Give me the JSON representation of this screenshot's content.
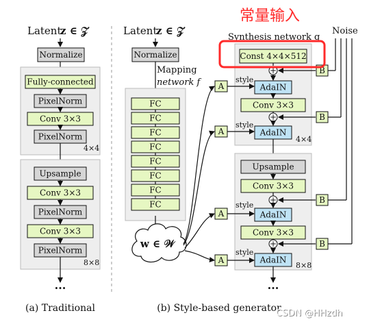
{
  "annotation": {
    "text": "常量输入",
    "color": "#ff2a2a"
  },
  "traditional": {
    "latent_label": "Latent",
    "latent_symbol": "z ∈ 𝒵",
    "normalize": "Normalize",
    "block1": {
      "layers": [
        "Fully-connected",
        "PixelNorm",
        "Conv 3×3",
        "PixelNorm"
      ],
      "resolution": "4×4"
    },
    "block2": {
      "layers": [
        "Upsample",
        "Conv 3×3",
        "PixelNorm",
        "Conv 3×3",
        "PixelNorm"
      ],
      "resolution": "8×8"
    },
    "ellipsis": "···",
    "caption": "(a) Traditional"
  },
  "style_based": {
    "latent_label": "Latent",
    "latent_symbol": "z ∈ 𝒵",
    "normalize": "Normalize",
    "mapping_label": "Mapping",
    "mapping_label_2": "network f",
    "fc_layers": [
      "FC",
      "FC",
      "FC",
      "FC",
      "FC",
      "FC",
      "FC",
      "FC"
    ],
    "w_label": "w ∈ 𝒲",
    "synthesis_label": "Synthesis network g",
    "noise_label": "Noise",
    "const": "Const 4×4×512",
    "style_word": "style",
    "a_label": "A",
    "b_label": "B",
    "plus": "+",
    "adain": "AdaIN",
    "conv": "Conv 3×3",
    "upsample": "Upsample",
    "res_4": "4×4",
    "res_8": "8×8",
    "ellipsis": "···",
    "caption": "(b) Style-based generator"
  },
  "watermark": "CSDN @HHzdh",
  "colors": {
    "gray_box": "#d6d6d6",
    "green_box": "#e6f7c2",
    "blue_box": "#bfe3f5",
    "block_bg": "#eeeeee",
    "highlight": "#ff2a2a"
  }
}
